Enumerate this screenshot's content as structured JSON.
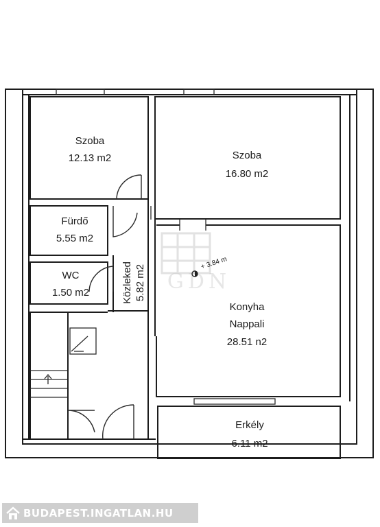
{
  "rooms": {
    "szoba_left": {
      "name": "Szoba",
      "area": "12.13 m2"
    },
    "szoba_right": {
      "name": "Szoba",
      "area": "16.80 m2"
    },
    "furdo": {
      "name": "Fürdő",
      "area": "5.55 m2"
    },
    "wc": {
      "name": "WC",
      "area": "1.50 m2"
    },
    "kozleked": {
      "name": "Közleked",
      "area": "5.82 m2"
    },
    "konyha": {
      "name_line1": "Konyha",
      "name_line2": "Nappali",
      "area": "28.51 n2"
    },
    "erkely": {
      "name": "Erkély",
      "area": "6.11 m2"
    }
  },
  "height_marker": "+ 3.84 m",
  "watermark": "GDN",
  "footer": {
    "site": "BUDAPEST.INGATLAN.HU",
    "icon": "house-icon"
  }
}
